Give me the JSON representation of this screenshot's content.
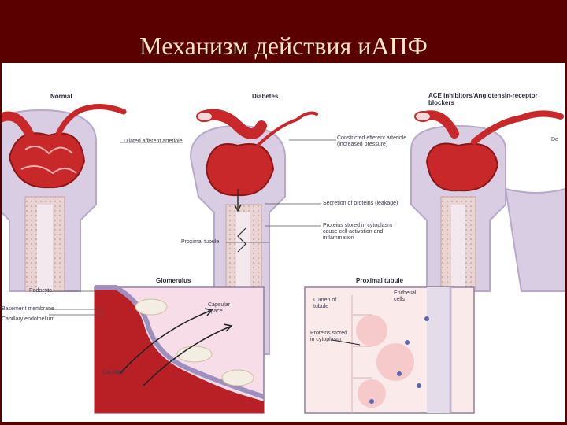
{
  "slide": {
    "title": "Механизм действия иАПФ",
    "colors": {
      "background": "#5a0000",
      "title": "#fde9c6",
      "vessel": "#c8282a",
      "tubule": "#e8c9c7",
      "capsule": "#d9cde4"
    }
  },
  "figure": {
    "panel_titles": {
      "normal": "Normal",
      "diabetes": "Diabetes",
      "ace": "ACE inhibitors/Angiotensin-receptor blockers",
      "glomerulus": "Glomerulus",
      "proximal": "Proximal tubule"
    },
    "labels": {
      "dilated_afferent": "Dilated afferent arteriole",
      "constricted_efferent": "Constricted efferent arteriole (increased pressure)",
      "secretion": "Secretion of proteins (leakage)",
      "proteins_stored": "Proteins stored in cytoplasm cause cell activation and inflammation",
      "proximal_tubule": "Proximal tubule",
      "podocyte": "Podocyte",
      "basement_membrane": "Basement membrane",
      "capillary_endothelium": "Capillary endothelium",
      "capsular_space": "Capsular space",
      "capillary": "Capillary",
      "lumen_of_tubule": "Lumen of tubule",
      "epithelial_cells": "Epithelial cells",
      "proteins_in_cytoplasm": "Proteins stored in cytoplasm",
      "de": "De"
    }
  }
}
